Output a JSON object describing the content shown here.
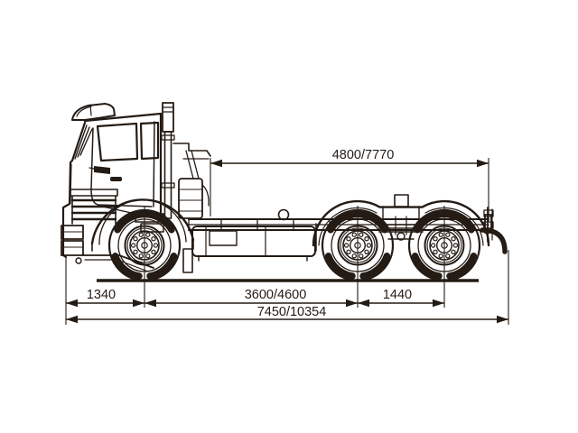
{
  "drawing": {
    "description": "Side-view dimensional line drawing of a cab-over truck chassis with one front axle and tandem rear axles",
    "line_color": "#241b14",
    "background_color": "#ffffff"
  },
  "dimensions": {
    "frame_length_top": {
      "label": "4800/7770"
    },
    "front_overhang": {
      "label": "1340"
    },
    "wheelbase": {
      "label": "3600/4600"
    },
    "rear_bogie_spacing": {
      "label": "1440"
    },
    "overall_length": {
      "label": "7450/10354"
    }
  }
}
